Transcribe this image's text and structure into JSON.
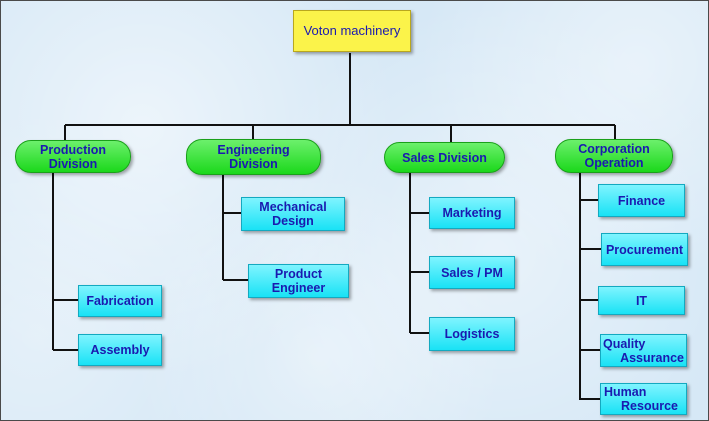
{
  "root": {
    "label": "Voton machinery"
  },
  "divisions": [
    {
      "line1": "Production",
      "line2": "Division",
      "departments": [
        {
          "line1": "Fabrication",
          "line2": ""
        },
        {
          "line1": "Assembly",
          "line2": ""
        }
      ]
    },
    {
      "line1": "Engineering",
      "line2": "Division",
      "departments": [
        {
          "line1": "Mechanical",
          "line2": "Design"
        },
        {
          "line1": "Product",
          "line2": "Engineer"
        }
      ]
    },
    {
      "line1": "Sales Division",
      "line2": "",
      "departments": [
        {
          "line1": "Marketing",
          "line2": ""
        },
        {
          "line1": "Sales / PM",
          "line2": ""
        },
        {
          "line1": "Logistics",
          "line2": ""
        }
      ]
    },
    {
      "line1": "Corporation",
      "line2": "Operation",
      "departments": [
        {
          "line1": "Finance",
          "line2": ""
        },
        {
          "line1": "Procurement",
          "line2": ""
        },
        {
          "line1": "IT",
          "line2": ""
        },
        {
          "line1": "Quality",
          "line2": "Assurance"
        },
        {
          "line1": "Human",
          "line2": "Resource"
        }
      ]
    }
  ],
  "colors": {
    "root_fill": "#fbf34a",
    "division_fill": "#33e033",
    "department_fill": "#3fe8f8",
    "text": "#1a1ab0",
    "connector": "#111111"
  }
}
